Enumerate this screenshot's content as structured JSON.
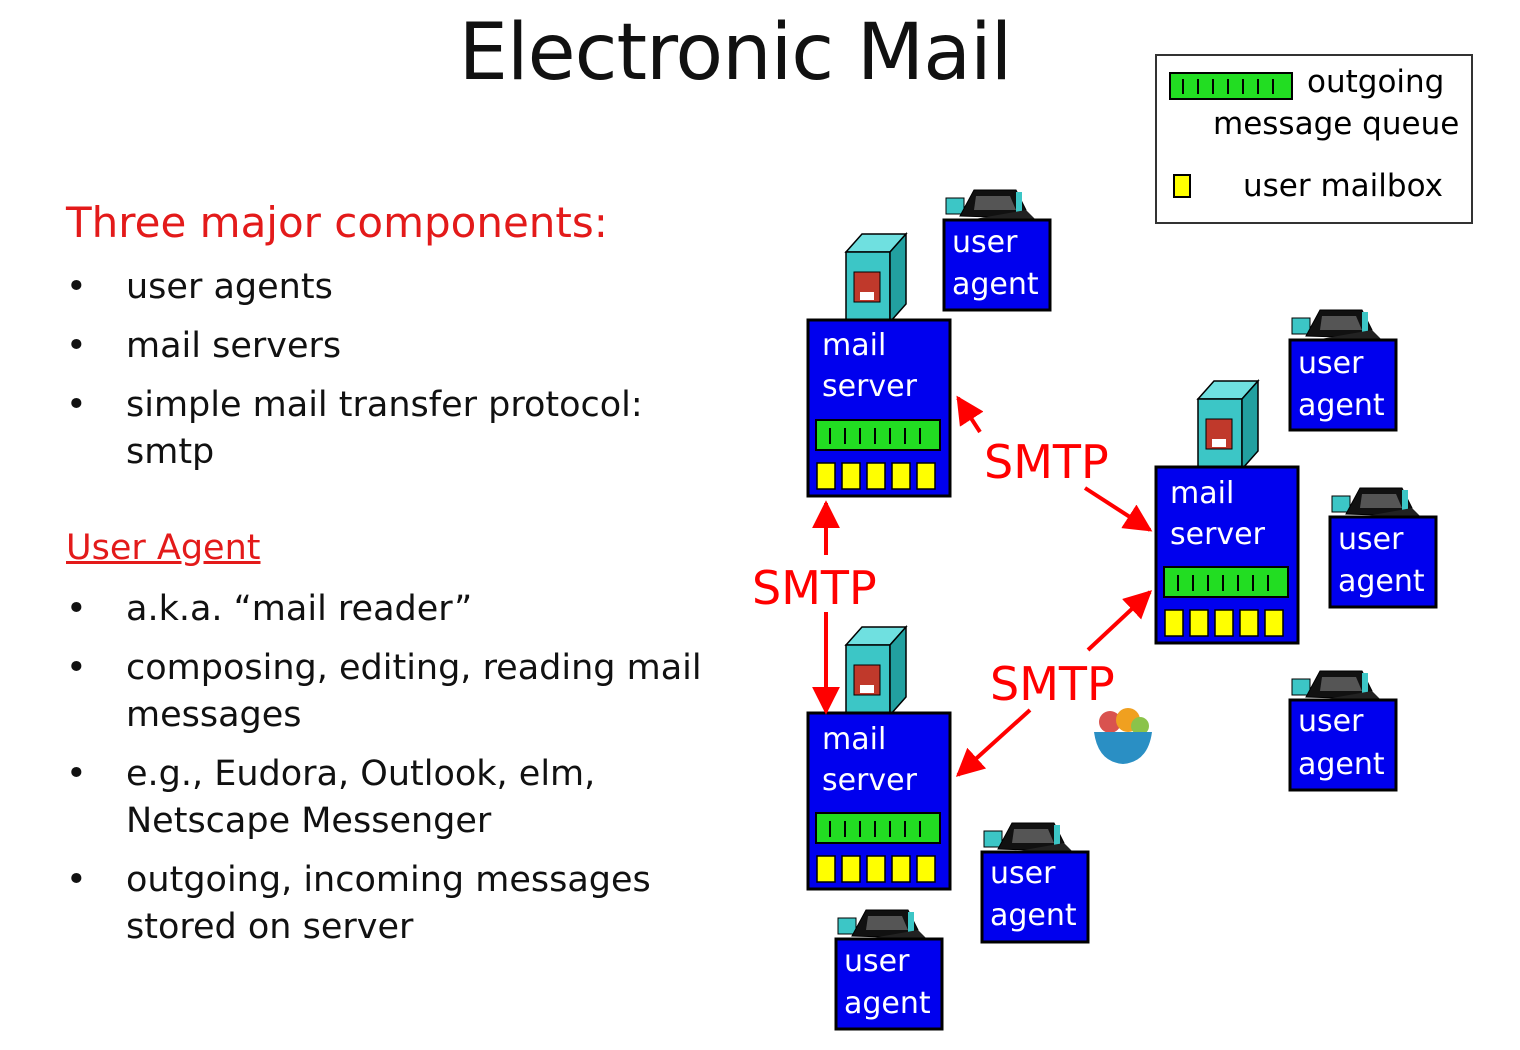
{
  "title": "Electronic Mail",
  "heading": "Three major components:",
  "components": [
    "user agents",
    "mail servers",
    "simple mail transfer protocol: smtp"
  ],
  "user_agent_heading": "User Agent",
  "user_agent_points": [
    "a.k.a. “mail reader”",
    "composing, editing, reading mail messages",
    "e.g., Eudora, Outlook, elm, Netscape Messenger",
    "outgoing, incoming messages stored on server"
  ],
  "legend": {
    "queue_line1": "outgoing",
    "queue_line2": "message queue",
    "mailbox": "user mailbox"
  },
  "diagram": {
    "mail_server_line1": "mail",
    "mail_server_line2": "server",
    "user_agent_line1": "user",
    "user_agent_line2": "agent",
    "protocol": "SMTP"
  },
  "colors": {
    "box_fill": "#0000ee",
    "queue_green": "#22dd22",
    "mailbox_yellow": "#ffff00",
    "arrow_red": "#ff0000",
    "heading_red": "#e31a1a",
    "tower_teal": "#3cc6c6"
  }
}
